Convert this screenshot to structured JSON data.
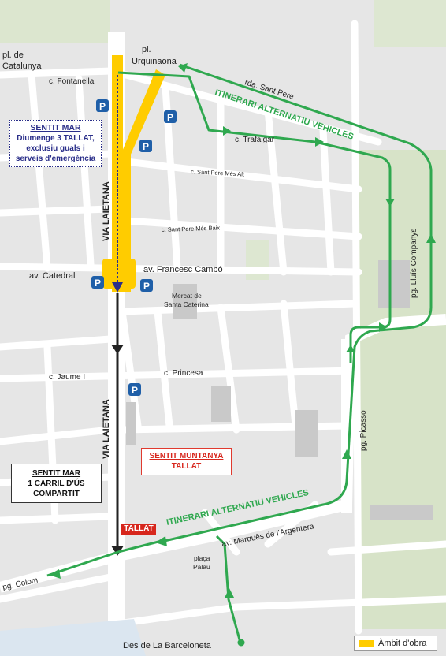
{
  "places": {
    "pl_catalunya_1": "pl. de",
    "pl_catalunya_2": "Catalunya",
    "pl_urquinaona_1": "pl.",
    "pl_urquinaona_2": "Urquinaona",
    "fontanella": "c. Fontanella",
    "sant_pere": "rda. Sant Pere",
    "trafalgar": "c. Trafalgar",
    "sant_pere_alt": "c. Sant Pere Més Alt",
    "sant_pere_baix": "c. Sant Pere Més Baix",
    "catedral": "av. Catedral",
    "cambo": "av. Francesc Cambó",
    "mercat_1": "Mercat de",
    "mercat_2": "Santa Caterina",
    "jaume": "c. Jaume I",
    "princesa": "c. Princesa",
    "lluis_companys": "pg. Lluís Companys",
    "picasso": "pg. Picasso",
    "argentera": "av. Marquès de l'Argentera",
    "placa_palau_1": "plaça",
    "placa_palau_2": "Palau",
    "colom": "pg. Colom",
    "barceloneta": "Des de La Barceloneta",
    "laietana_top": "VIA LAIETANA",
    "laietana_bottom": "VIA LAIETANA"
  },
  "routes": {
    "alt_top": "ITINERARI ALTERNATIU VEHICLES",
    "alt_bottom": "ITINERARI ALTERNATIU VEHICLES"
  },
  "info_boxes": {
    "sentit_mar_top": {
      "line1": "SENTIT MAR",
      "line2": "Diumenge 3 TALLAT,",
      "line3": "exclusiu guals i",
      "line4": "serveis d'emergència"
    },
    "sentit_mar_bottom": {
      "line1": "SENTIT MAR",
      "line2": "1 CARRIL D'ÚS",
      "line3": "COMPARTIT"
    },
    "sentit_muntanya": {
      "line1": "SENTIT MUNTANYA",
      "line2": "TALLAT"
    },
    "tallat_tag": "TALLAT"
  },
  "parking_label": "P",
  "legend": {
    "label": "Àmbit d'obra",
    "color": "#ffcc00"
  },
  "colors": {
    "works": "#ffcc00",
    "route": "#2fa84f",
    "road_axis": "#222222",
    "direction": "#2b2f8a",
    "parking": "#1f5fa8",
    "alert": "#d7261c"
  }
}
